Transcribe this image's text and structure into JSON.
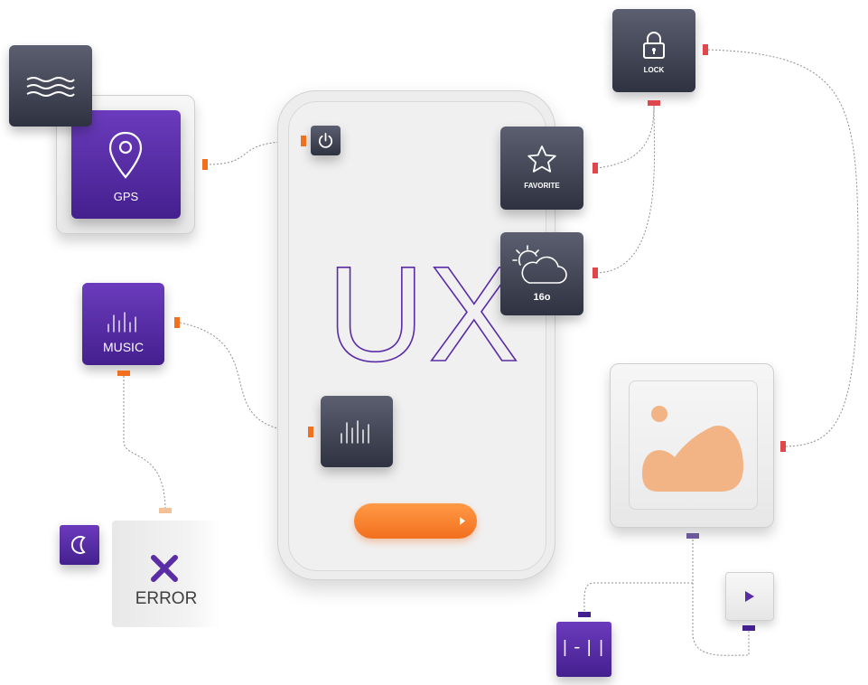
{
  "nodes": {
    "gps": {
      "label": "GPS",
      "icon": "map-pin-icon"
    },
    "waves": {
      "icon": "waves-icon"
    },
    "power": {
      "icon": "power-icon"
    },
    "lock": {
      "label": "LOCK",
      "icon": "padlock-icon"
    },
    "favorite": {
      "label": "FAVORITE",
      "icon": "star-icon"
    },
    "weather": {
      "label": "16o",
      "icon": "partly-cloudy-icon"
    },
    "music": {
      "label": "MUSIC",
      "icon": "equalizer-icon"
    },
    "phone_equalizer": {
      "icon": "equalizer-icon"
    },
    "image": {
      "icon": "image-icon"
    },
    "play": {
      "icon": "play-icon"
    },
    "pause_tile": {
      "label": "|-||",
      "icon": "audio-level-icon"
    },
    "moon": {
      "icon": "moon-icon"
    },
    "error": {
      "label": "ERROR",
      "icon": "x-mark-icon"
    }
  },
  "phone": {
    "heading": "UX",
    "action_button_icon": "chevron-right-icon"
  },
  "colors": {
    "purple": "#5a2ca6",
    "dark_tile": "#3a3d4b",
    "orange": "#f26f1f",
    "red_port": "#e0474c",
    "peach": "#f3c197",
    "image_fill": "#f2b385"
  }
}
